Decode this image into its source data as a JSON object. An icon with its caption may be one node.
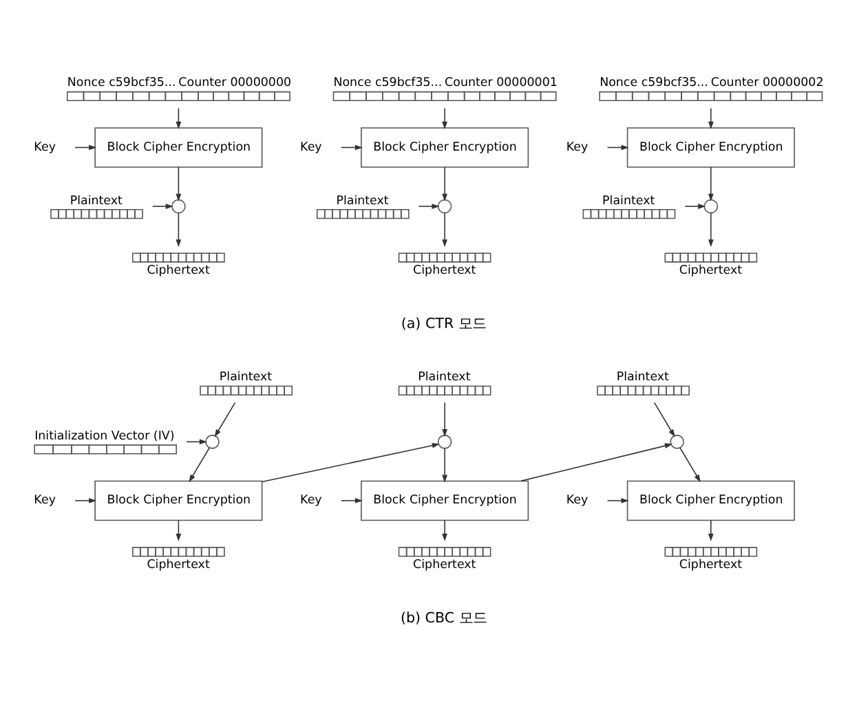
{
  "diagram": {
    "nodes": [
      {
        "text": [
          "Nonce c59bcf35...",
          "Counter 00000000"
        ]
      },
      {
        "text": [
          "Key"
        ]
      },
      {
        "text": [
          "Block Cipher Encryption"
        ]
      },
      {
        "text": [
          "Plaintext"
        ]
      },
      {
        "text": [],
        "shape": "circle"
      },
      {
        "text": [
          "Ciphertext"
        ]
      },
      {
        "text": [
          "Nonce c59bcf35...",
          "Counter 00000001"
        ]
      },
      {
        "text": [
          "Key"
        ]
      },
      {
        "text": [
          "Block Cipher Encryption"
        ]
      },
      {
        "text": [
          "Plaintext"
        ]
      },
      {
        "text": [],
        "shape": "circle"
      },
      {
        "text": [
          "Ciphertext"
        ]
      },
      {
        "text": [
          "Nonce c59bcf35...",
          "Counter 00000002"
        ]
      },
      {
        "text": [
          "Key"
        ]
      },
      {
        "text": [
          "Block Cipher Encryption"
        ]
      },
      {
        "text": [
          "Plaintext"
        ]
      },
      {
        "text": [],
        "shape": "circle"
      },
      {
        "text": [
          "Ciphertext"
        ]
      },
      {
        "text": [
          "Initialization Vector (IV)"
        ]
      },
      {
        "text": [
          "Plaintext"
        ]
      },
      {
        "text": [],
        "shape": "circle"
      },
      {
        "text": [
          "Key"
        ]
      },
      {
        "text": [
          "Block Cipher Encryption"
        ]
      },
      {
        "text": [
          "Ciphertext"
        ]
      },
      {
        "text": [
          "Plaintext"
        ]
      },
      {
        "text": [],
        "shape": "circle"
      },
      {
        "text": [
          "Key"
        ]
      },
      {
        "text": [
          "Block Cipher Encryption"
        ]
      },
      {
        "text": [
          "Ciphertext"
        ]
      },
      {
        "text": [
          "Plaintext"
        ]
      },
      {
        "text": [],
        "shape": "circle"
      },
      {
        "text": [
          "Key"
        ]
      },
      {
        "text": [
          "Block Cipher Encryption"
        ]
      },
      {
        "text": [
          "Ciphertext"
        ]
      }
    ],
    "edges": [
      {
        "from": 0,
        "to": 2,
        "arrow": "to"
      },
      {
        "from": 1,
        "to": 2,
        "arrow": "to"
      },
      {
        "from": 2,
        "to": 4,
        "arrow": "to"
      },
      {
        "from": 3,
        "to": 4,
        "arrow": "to"
      },
      {
        "from": 4,
        "to": 5,
        "arrow": "to"
      },
      {
        "from": 6,
        "to": 8,
        "arrow": "to"
      },
      {
        "from": 7,
        "to": 8,
        "arrow": "to"
      },
      {
        "from": 8,
        "to": 10,
        "arrow": "to"
      },
      {
        "from": 9,
        "to": 10,
        "arrow": "to"
      },
      {
        "from": 10,
        "to": 11,
        "arrow": "to"
      },
      {
        "from": 12,
        "to": 14,
        "arrow": "to"
      },
      {
        "from": 13,
        "to": 14,
        "arrow": "to"
      },
      {
        "from": 14,
        "to": 16,
        "arrow": "to"
      },
      {
        "from": 15,
        "to": 16,
        "arrow": "to"
      },
      {
        "from": 16,
        "to": 17,
        "arrow": "to"
      },
      {
        "from": 18,
        "to": 20,
        "arrow": "to"
      },
      {
        "from": 19,
        "to": 20,
        "arrow": "to"
      },
      {
        "from": 20,
        "to": 22,
        "arrow": "to"
      },
      {
        "from": 21,
        "to": 22,
        "arrow": "to"
      },
      {
        "from": 22,
        "to": 23,
        "arrow": "to"
      },
      {
        "from": 22,
        "to": 25,
        "arrow": "to"
      },
      {
        "from": 24,
        "to": 25,
        "arrow": "to"
      },
      {
        "from": 25,
        "to": 27,
        "arrow": "to"
      },
      {
        "from": 26,
        "to": 27,
        "arrow": "to"
      },
      {
        "from": 27,
        "to": 28,
        "arrow": "to"
      },
      {
        "from": 27,
        "to": 30,
        "arrow": "to"
      },
      {
        "from": 29,
        "to": 30,
        "arrow": "to"
      },
      {
        "from": 30,
        "to": 32,
        "arrow": "to"
      },
      {
        "from": 31,
        "to": 32,
        "arrow": "to"
      },
      {
        "from": 32,
        "to": 33,
        "arrow": "to"
      }
    ],
    "labels": [
      "(a) CTR 모드",
      "(b) CBC 모드"
    ]
  }
}
